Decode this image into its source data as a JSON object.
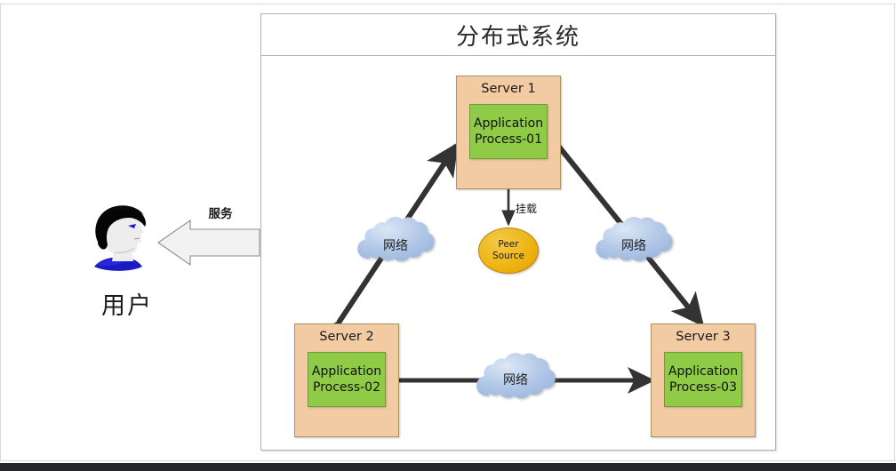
{
  "system": {
    "title": "分布式系统"
  },
  "user": {
    "label": "用户",
    "icon": "person-head-profile-icon"
  },
  "edges": {
    "service_label": "服务",
    "mount_label": "挂载"
  },
  "peer_source": {
    "line1": "Peer",
    "line2": "Source",
    "color": "#eeb310"
  },
  "clouds": [
    {
      "id": "cloud-left",
      "label": "网络"
    },
    {
      "id": "cloud-right",
      "label": "网络"
    },
    {
      "id": "cloud-bottom",
      "label": "网络"
    }
  ],
  "servers": [
    {
      "id": "server-1",
      "title": "Server 1",
      "process_line1": "Application",
      "process_line2": "Process-01"
    },
    {
      "id": "server-2",
      "title": "Server 2",
      "process_line1": "Application",
      "process_line2": "Process-02"
    },
    {
      "id": "server-3",
      "title": "Server 3",
      "process_line1": "Application",
      "process_line2": "Process-03"
    }
  ],
  "colors": {
    "server_fill": "#f2cba3",
    "server_stroke": "#a9935f",
    "process_fill": "#8fcb46",
    "process_stroke": "#6f9a38",
    "cloud_fill": "#aec6e8",
    "peer_fill": "#eeb310",
    "arrow_dark": "#333333",
    "frame": "#b3b3b3"
  }
}
